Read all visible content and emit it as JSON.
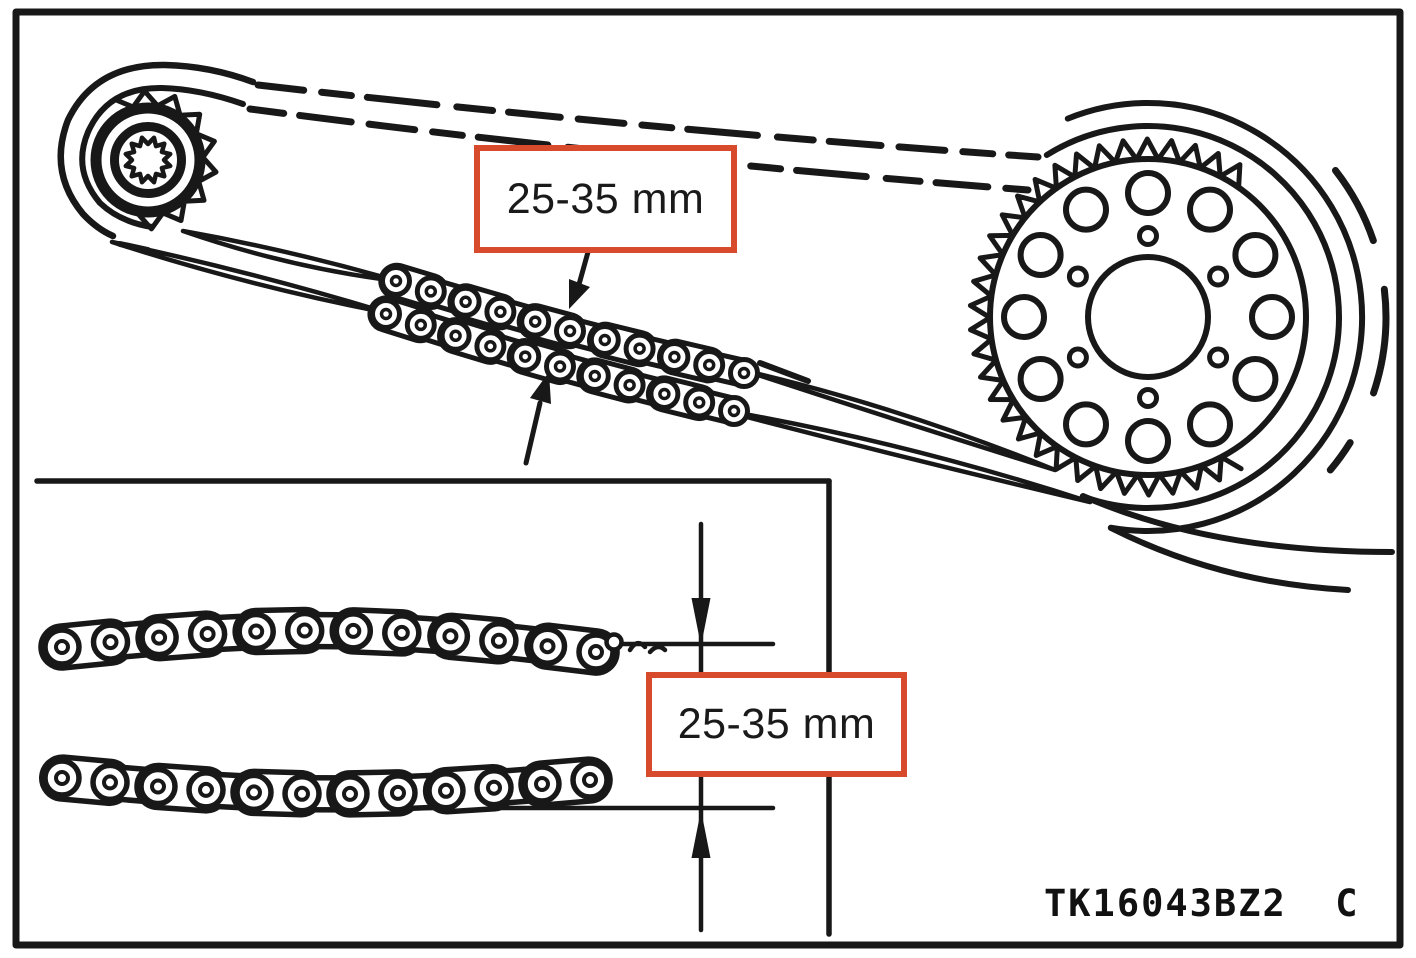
{
  "diagram": {
    "background_color": "#ffffff",
    "ink_color": "#181818",
    "accent_color": "#d74b2c",
    "callout_top": {
      "label": "25-35 mm"
    },
    "callout_bottom": {
      "label": "25-35 mm"
    },
    "part_code": "TK16043BZ2  C"
  }
}
